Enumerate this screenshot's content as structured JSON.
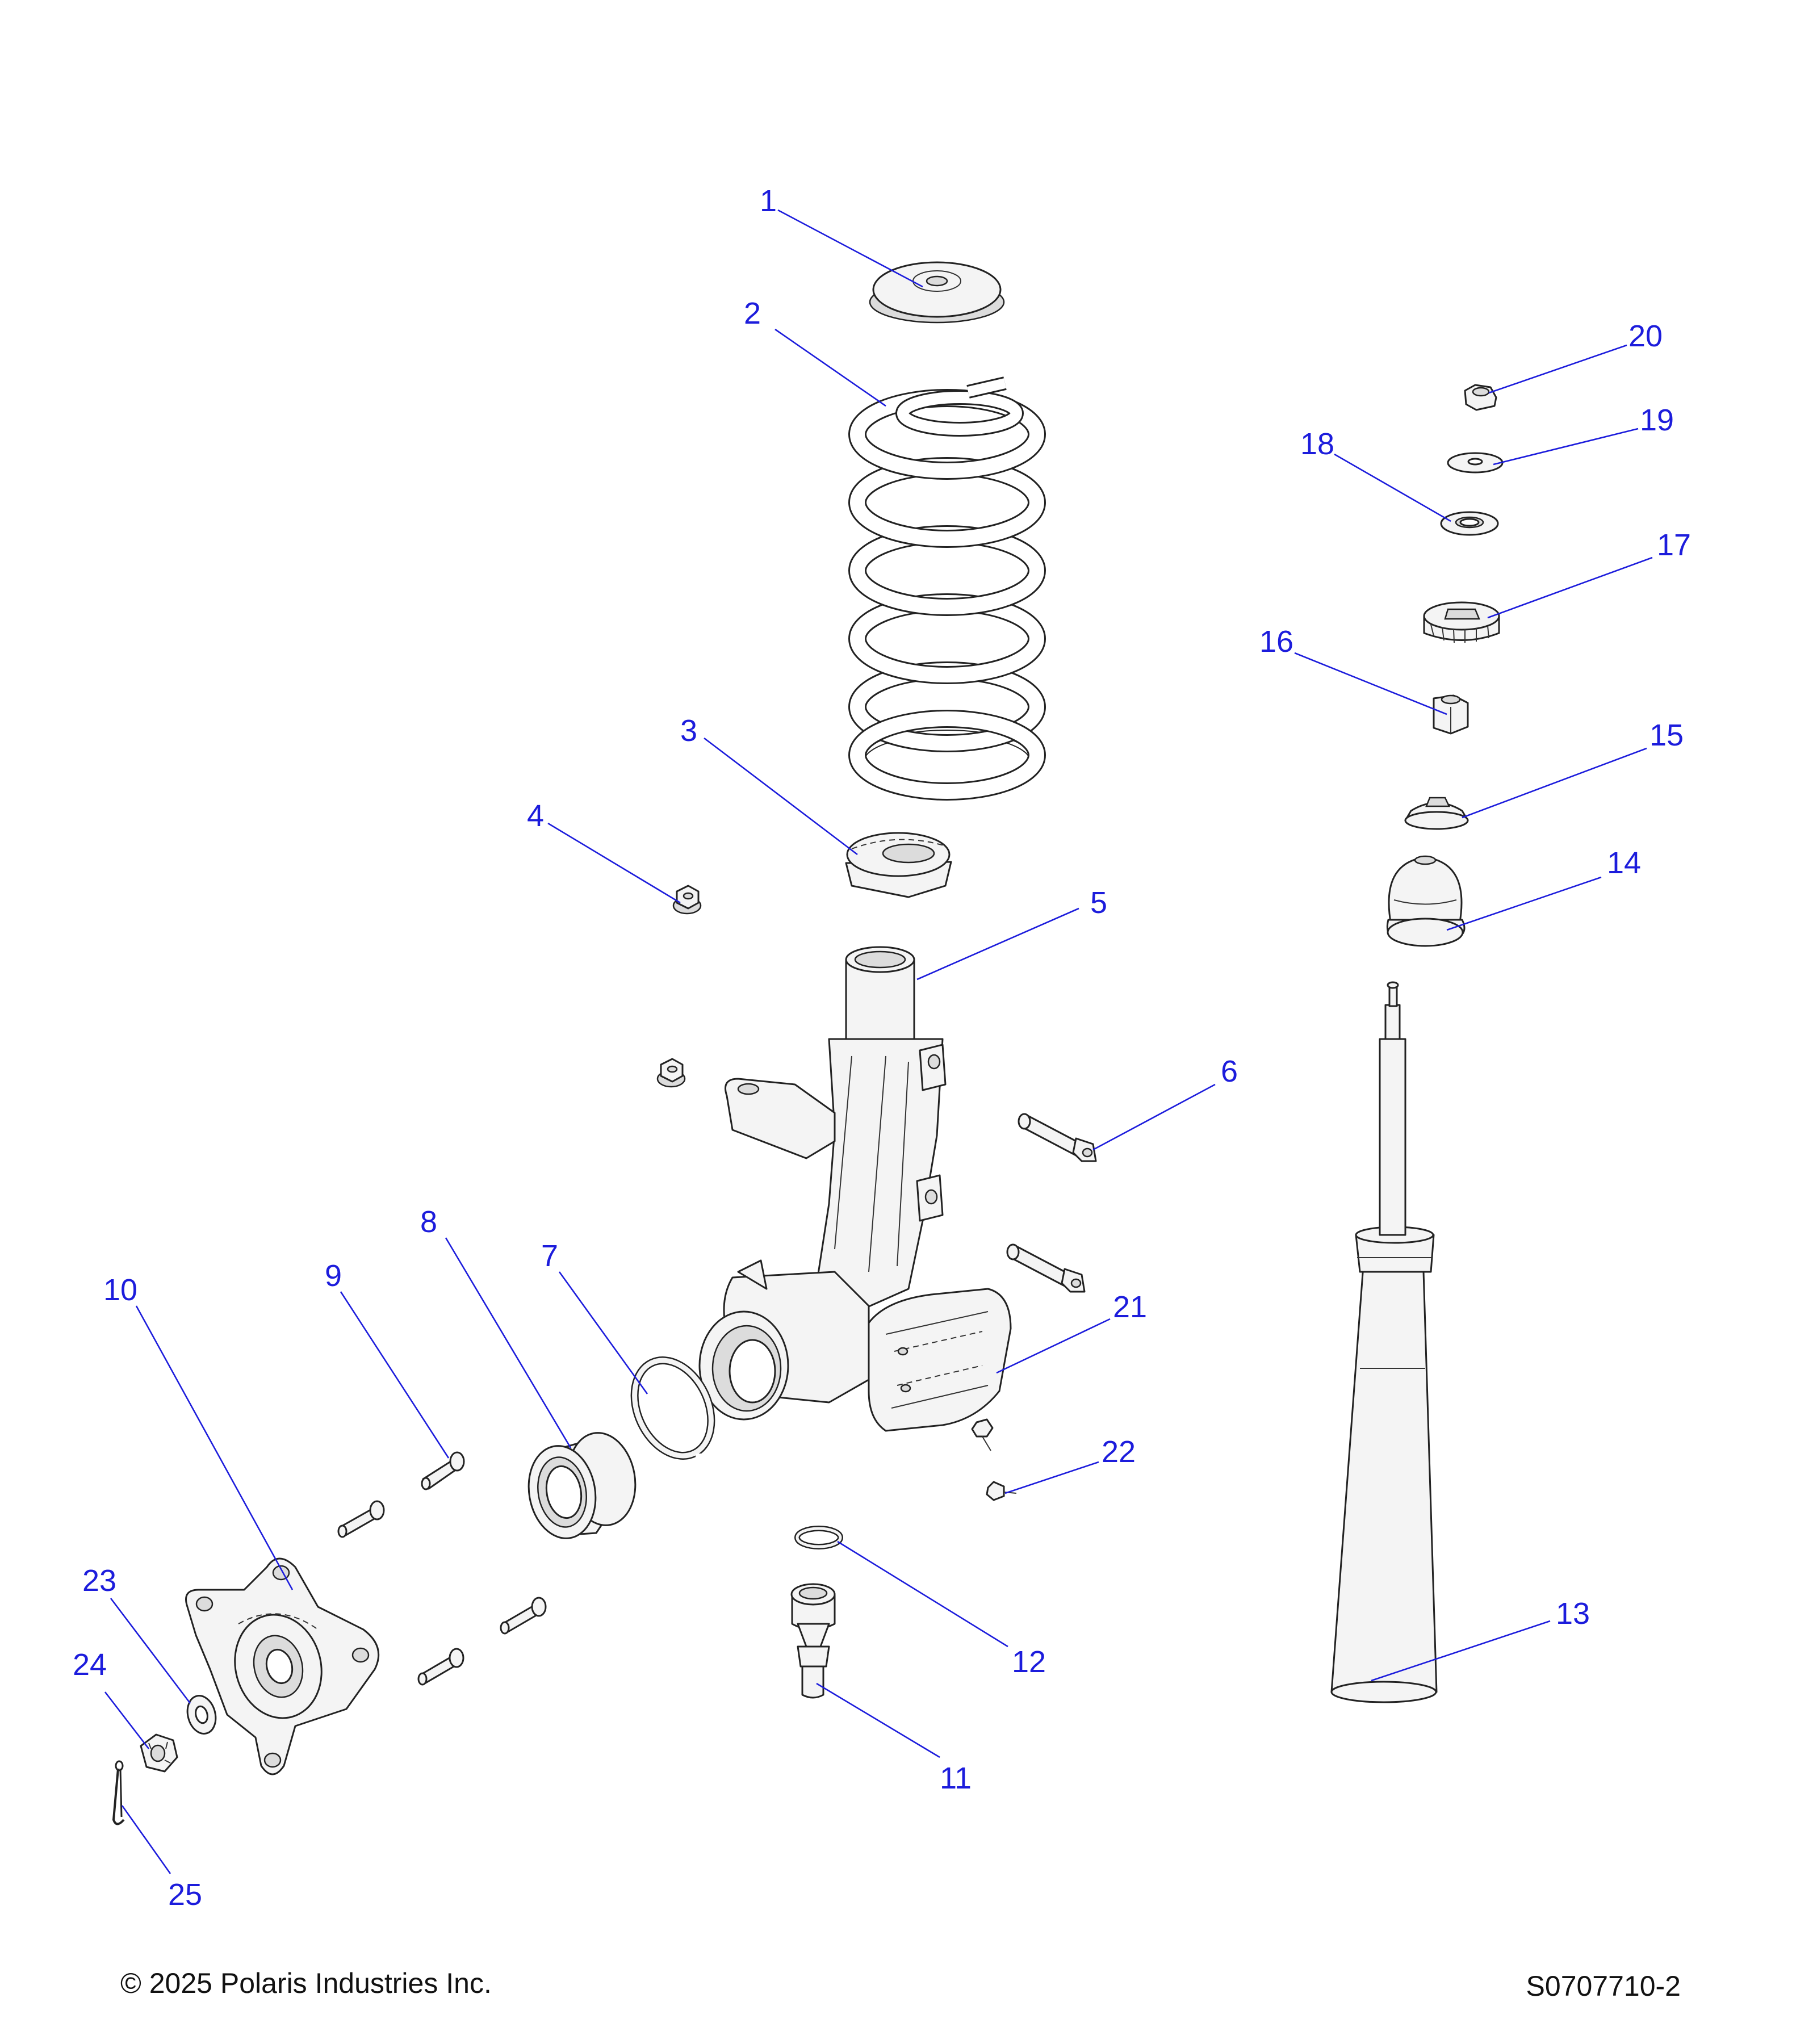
{
  "footer": {
    "copyright": "© 2025 Polaris Industries Inc.",
    "drawing_number": "S0707710-2"
  },
  "callouts": [
    "1",
    "2",
    "3",
    "4",
    "5",
    "6",
    "7",
    "8",
    "9",
    "10",
    "11",
    "12",
    "13",
    "14",
    "15",
    "16",
    "17",
    "18",
    "19",
    "20",
    "21",
    "22",
    "23",
    "24",
    "25"
  ],
  "colors": {
    "callout": "#1c1cdc",
    "line_art": "#222222",
    "part_fill": "#f4f4f4"
  }
}
